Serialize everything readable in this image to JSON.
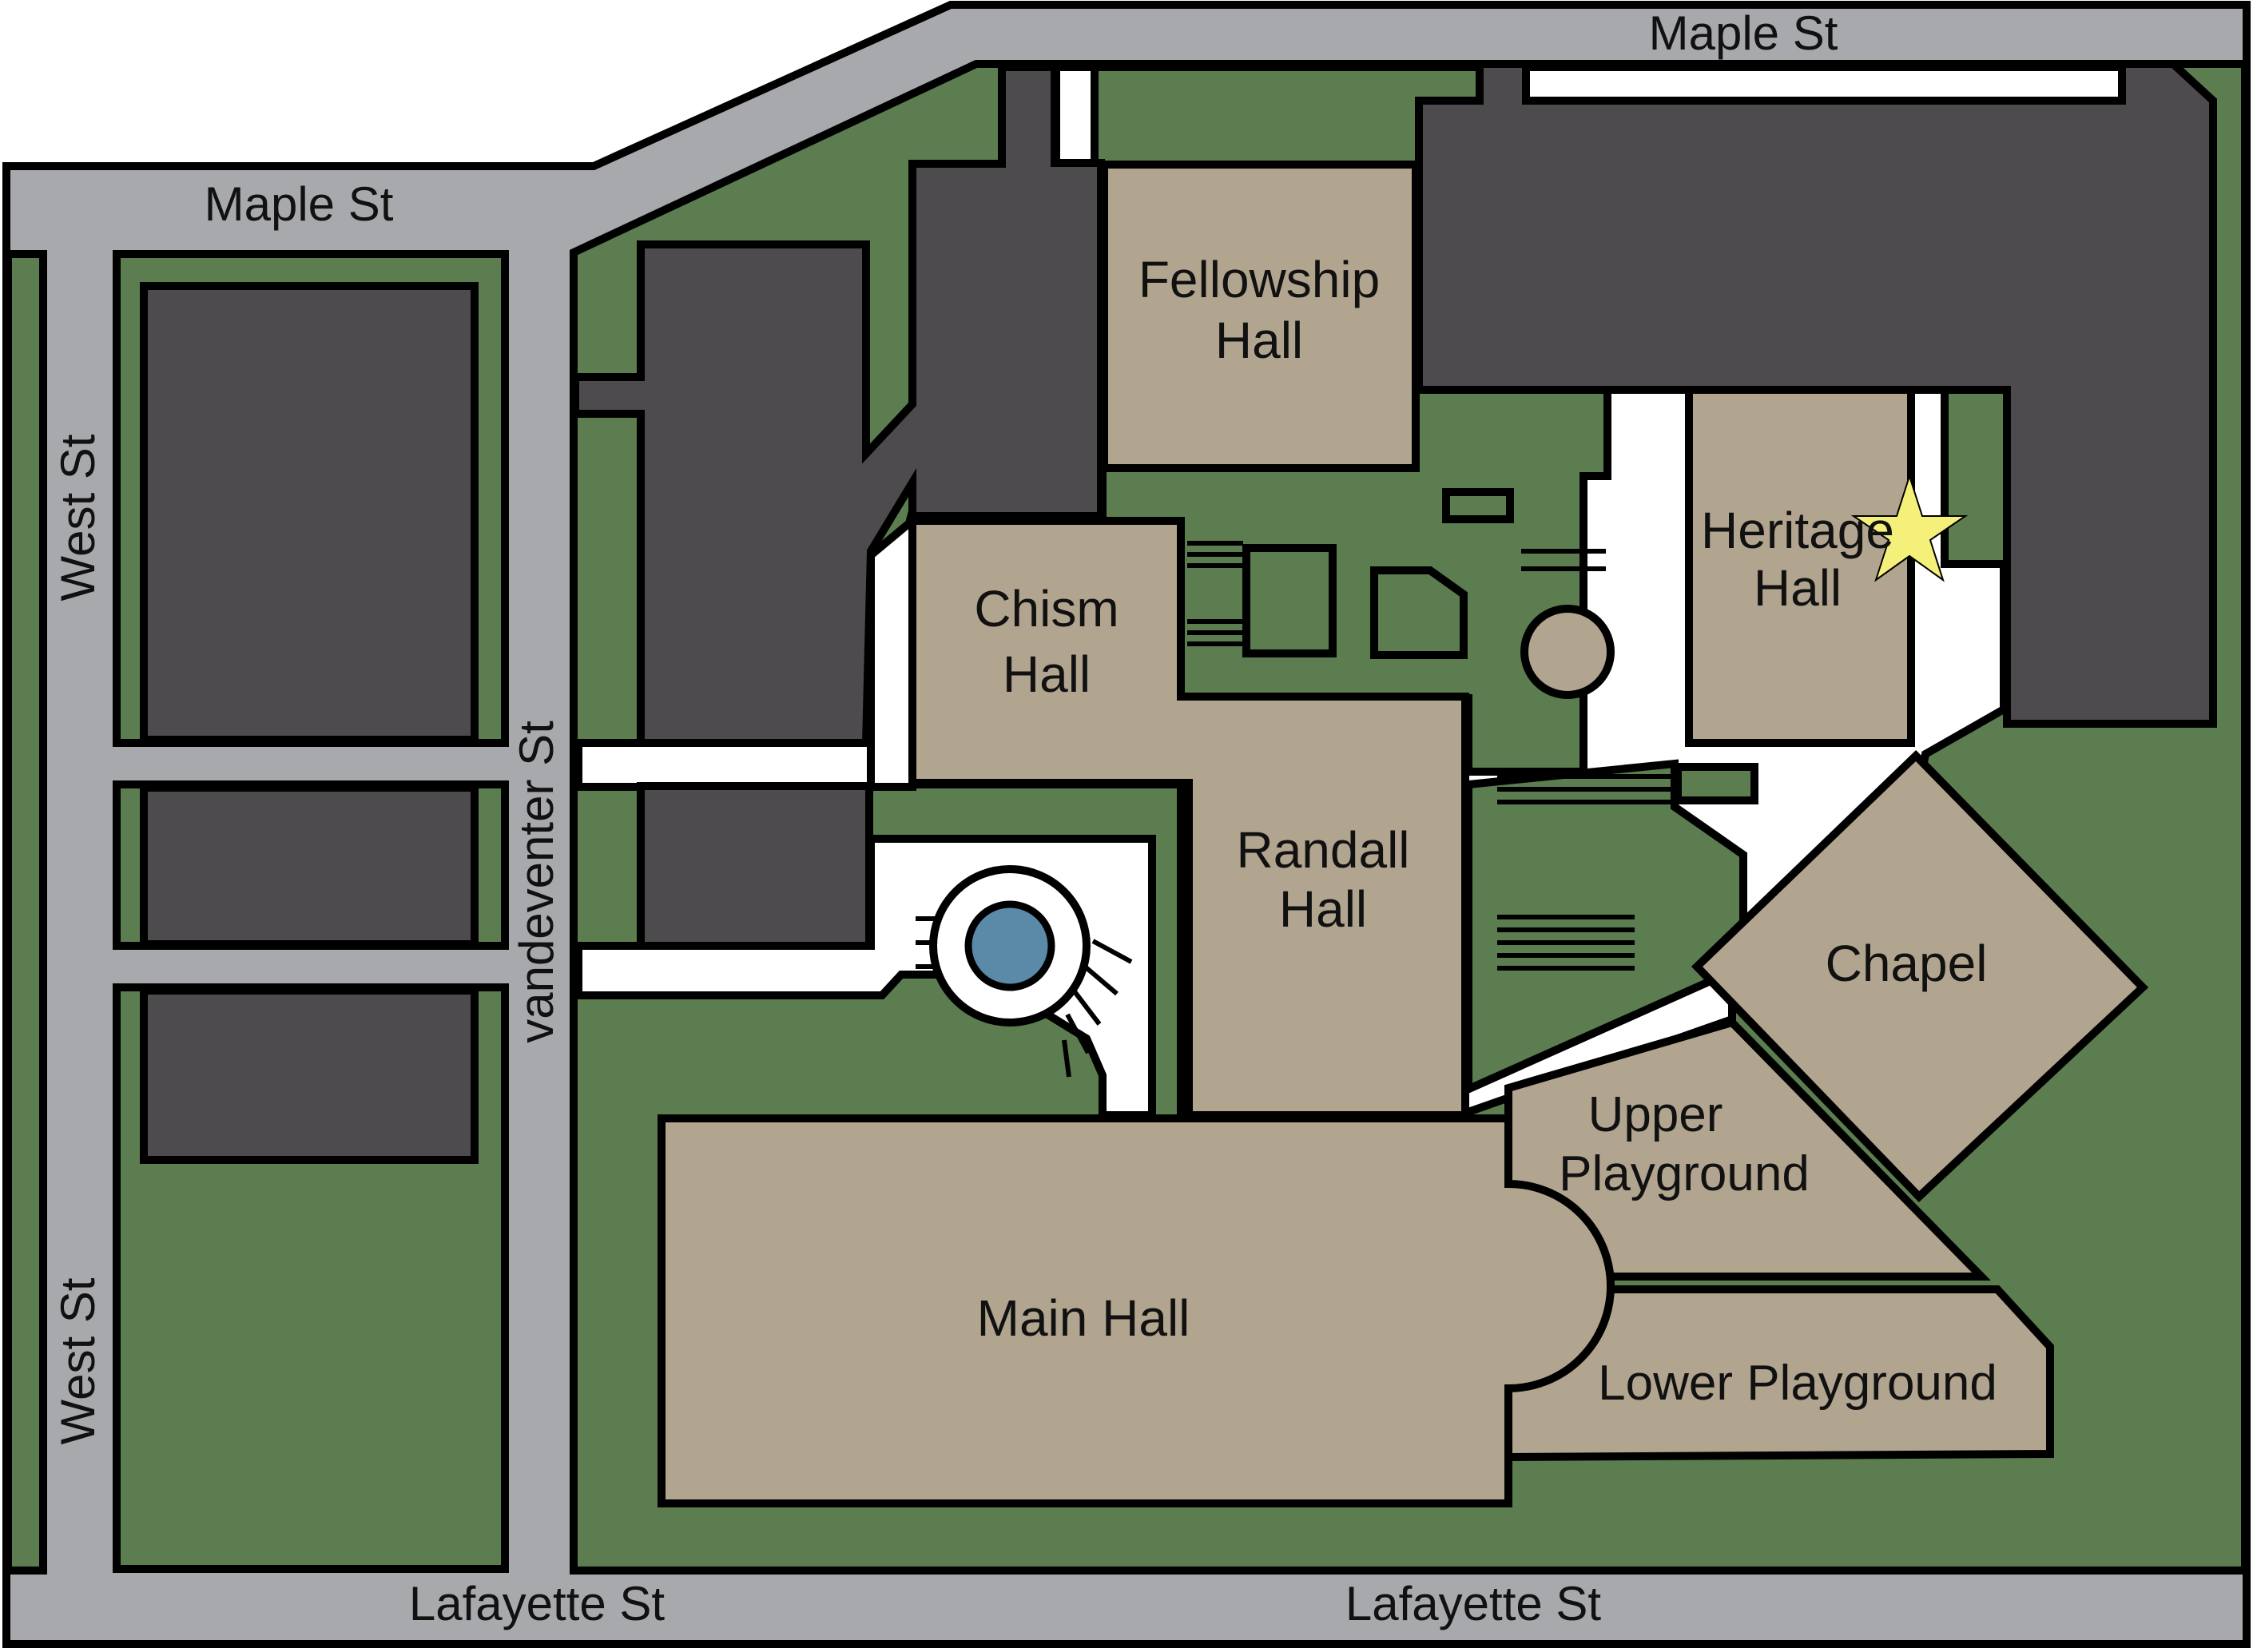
{
  "colors": {
    "street": "#a8a9ad",
    "grass": "#5b7d4f",
    "tan_building": "#b2a58f",
    "dark_building": "#4d4b4d",
    "path": "#ffffff",
    "outline": "#000000",
    "fountain_water": "#5a8aa8",
    "marker_star": "#f5f07a"
  },
  "streets": {
    "maple_top": "Maple St",
    "maple_left": "Maple St",
    "west_upper": "West St",
    "west_lower": "West St",
    "vandeventer": "vandeventer St",
    "lafayette_left": "Lafayette St",
    "lafayette_right": "Lafayette St"
  },
  "buildings": {
    "fellowship": [
      "Fellowship",
      "Hall"
    ],
    "chism": [
      "Chism",
      "Hall"
    ],
    "randall": [
      "Randall",
      "Hall"
    ],
    "heritage": [
      "Heritage",
      "Hall"
    ],
    "chapel": "Chapel",
    "upper_playground": [
      "Upper",
      "Playground"
    ],
    "main_hall": "Main Hall",
    "lower_playground": "Lower Playground"
  },
  "markers": {
    "you_are_here": "star-icon",
    "fountain": "fountain-icon"
  }
}
